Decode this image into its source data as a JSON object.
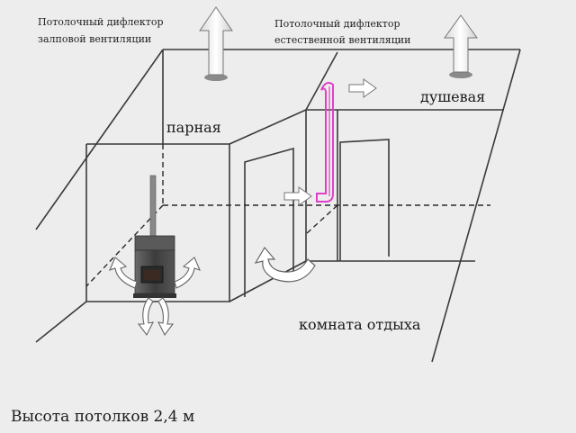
{
  "labels": {
    "deflector_forced_line1": "Потолочный дифлектор",
    "deflector_forced_line2": "залповой вентиляции",
    "deflector_natural_line1": "Потолочный дифлектор",
    "deflector_natural_line2": "естественной вентиляции",
    "steam_room": "парная",
    "shower": "душевая",
    "rest_room": "комната отдыха",
    "ceiling_height": "Высота потолков 2,4 м"
  },
  "colors": {
    "background": "#ededed",
    "lines": "#3a3a3a",
    "dashed": "#2a2a2a",
    "duct": "#e040c8",
    "arrow_fill": "#ffffff",
    "arrow_stroke": "#666666",
    "stove": "#4a4a4a"
  }
}
